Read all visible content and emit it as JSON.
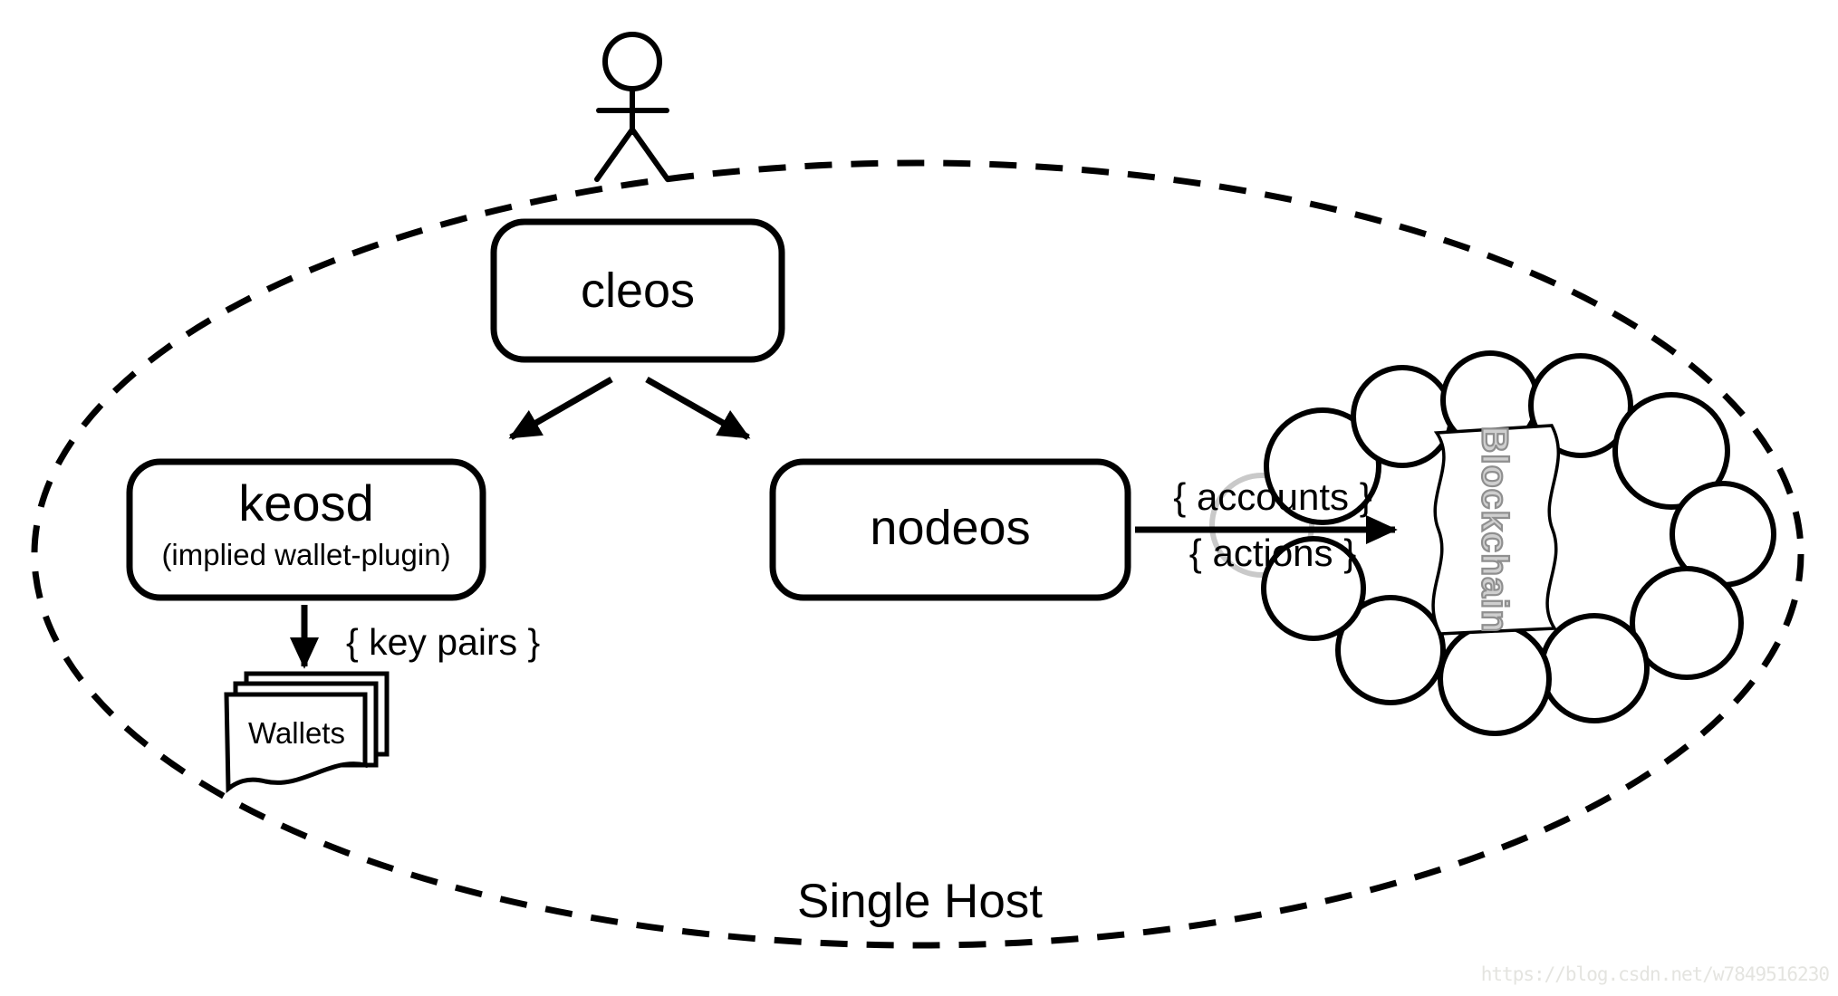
{
  "diagram_title": "Single Host architecture diagram",
  "nodes": {
    "actor": {
      "icon": "stick-figure-actor-icon"
    },
    "cleos": {
      "label": "cleos"
    },
    "keosd": {
      "label": "keosd",
      "sublabel": "(implied wallet-plugin)"
    },
    "nodeos": {
      "label": "nodeos"
    },
    "wallets": {
      "label": "Wallets",
      "icon": "document-stack-icon"
    },
    "blockchain": {
      "label": "Blockchain",
      "icon": "cloud-icon"
    }
  },
  "edges": {
    "cleos_to_keosd": {
      "label": ""
    },
    "cleos_to_nodeos": {
      "label": ""
    },
    "keosd_to_wallets": {
      "label": "{ key pairs }"
    },
    "nodeos_to_blockchain": {
      "label_top": "{ accounts }",
      "label_bottom": "{ actions }"
    }
  },
  "boundary": {
    "label": "Single Host",
    "style": "dashed-ellipse"
  },
  "watermark": {
    "text": "https://blog.csdn.net/w7849516230"
  },
  "colors": {
    "line": "#000000",
    "background": "#ffffff",
    "blockchain_text_fill": "#cfcfcf",
    "blockchain_text_outline": "#8f8f8f",
    "cloud_gray_bump": "#c9c9c9",
    "watermark": "#e4e4e0"
  }
}
